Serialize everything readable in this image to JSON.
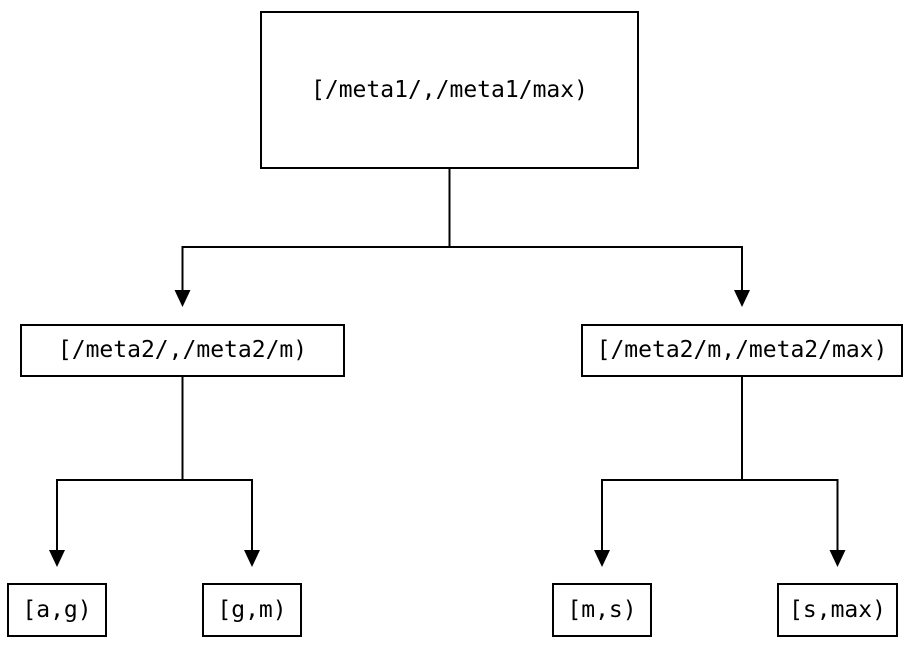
{
  "diagram": {
    "type": "tree",
    "colors": {
      "background": "#ffffff",
      "line": "#000000",
      "box_border": "#000000",
      "box_fill": "#ffffff",
      "text": "#000000"
    },
    "root": {
      "label": "[/meta1/,/meta1/max)"
    },
    "children": [
      {
        "label": "[/meta2/,/meta2/m)",
        "children": [
          {
            "label": "[a,g)"
          },
          {
            "label": "[g,m)"
          }
        ]
      },
      {
        "label": "[/meta2/m,/meta2/max)",
        "children": [
          {
            "label": "[m,s)"
          },
          {
            "label": "[s,max)"
          }
        ]
      }
    ]
  }
}
